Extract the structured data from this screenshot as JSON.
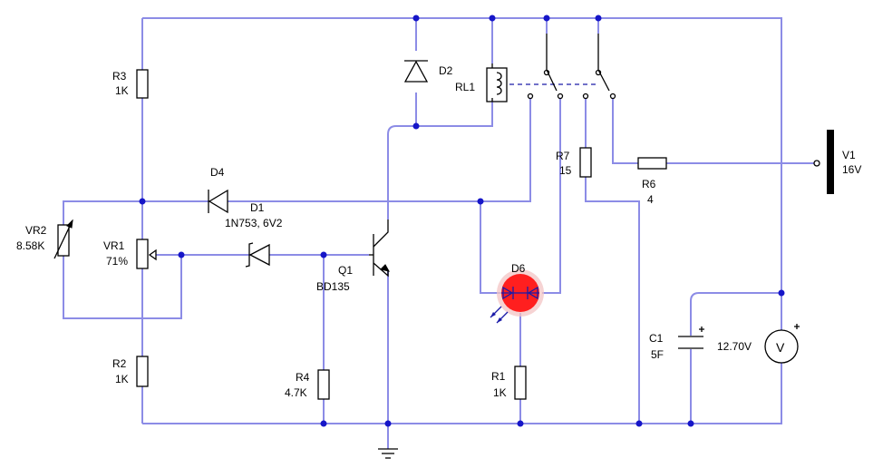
{
  "colors": {
    "wire": "#8c8ce6",
    "node": "#1616c8",
    "component": "#000000",
    "led_on": "#ff1f1f",
    "led_glow": "#f3c4c4"
  },
  "components": {
    "r3": {
      "ref": "R3",
      "value": "1K"
    },
    "r2": {
      "ref": "R2",
      "value": "1K"
    },
    "r4": {
      "ref": "R4",
      "value": "4.7K"
    },
    "r1": {
      "ref": "R1",
      "value": "1K"
    },
    "r7": {
      "ref": "R7",
      "value": "15"
    },
    "r6": {
      "ref": "R6",
      "value": "4"
    },
    "vr1": {
      "ref": "VR1",
      "value": "71%"
    },
    "vr2": {
      "ref": "VR2",
      "value": "8.58K"
    },
    "d1": {
      "ref": "D1",
      "value": "1N753, 6V2"
    },
    "d2": {
      "ref": "D2"
    },
    "d4": {
      "ref": "D4"
    },
    "d6": {
      "ref": "D6"
    },
    "q1": {
      "ref": "Q1",
      "value": "BD135"
    },
    "rl1": {
      "ref": "RL1"
    },
    "c1": {
      "ref": "C1",
      "value": "5F"
    },
    "v1": {
      "ref": "V1",
      "value": "16V"
    },
    "voltmeter": {
      "reading": "12.70V",
      "symbol": "V"
    }
  }
}
